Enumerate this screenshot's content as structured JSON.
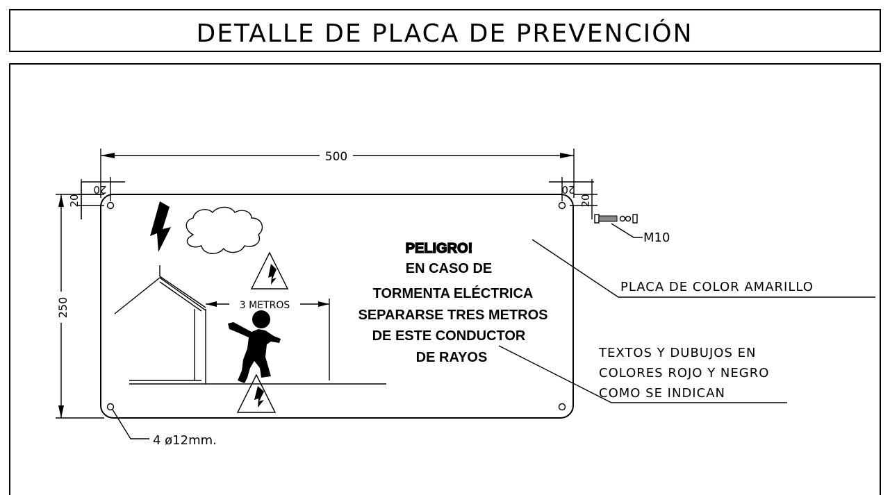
{
  "title": "DETALLE DE PLACA DE PREVENCIÓN",
  "dimensions": {
    "width": "500",
    "height": "250",
    "edge_left_h": "20",
    "edge_left_v": "20",
    "edge_right_h": "20",
    "edge_right_v": "20",
    "distance": "3 METROS"
  },
  "callouts": {
    "bolt": "M10",
    "plate": "PLACA DE COLOR AMARILLO",
    "holes": "4 ø12mm.",
    "texts_line1": "TEXTOS Y DUBUJOS EN",
    "texts_line2": "COLORES ROJO Y  NEGRO",
    "texts_line3": "COMO SE INDICAN"
  },
  "sign": {
    "heading": "PELIGRO!",
    "line1": "EN CASO DE",
    "line2": "TORMENTA ELÉCTRICA",
    "line3": "SEPARARSE TRES METROS",
    "line4": "DE  ESTE CONDUCTOR",
    "line5": "DE RAYOS"
  },
  "icons": [
    "lightning-bolt-icon",
    "cloud-icon",
    "warning-triangle-icon",
    "person-silhouette-icon",
    "house-icon",
    "bolt-screw-icon"
  ],
  "colors": {
    "line": "#000000",
    "background": "#ffffff"
  }
}
